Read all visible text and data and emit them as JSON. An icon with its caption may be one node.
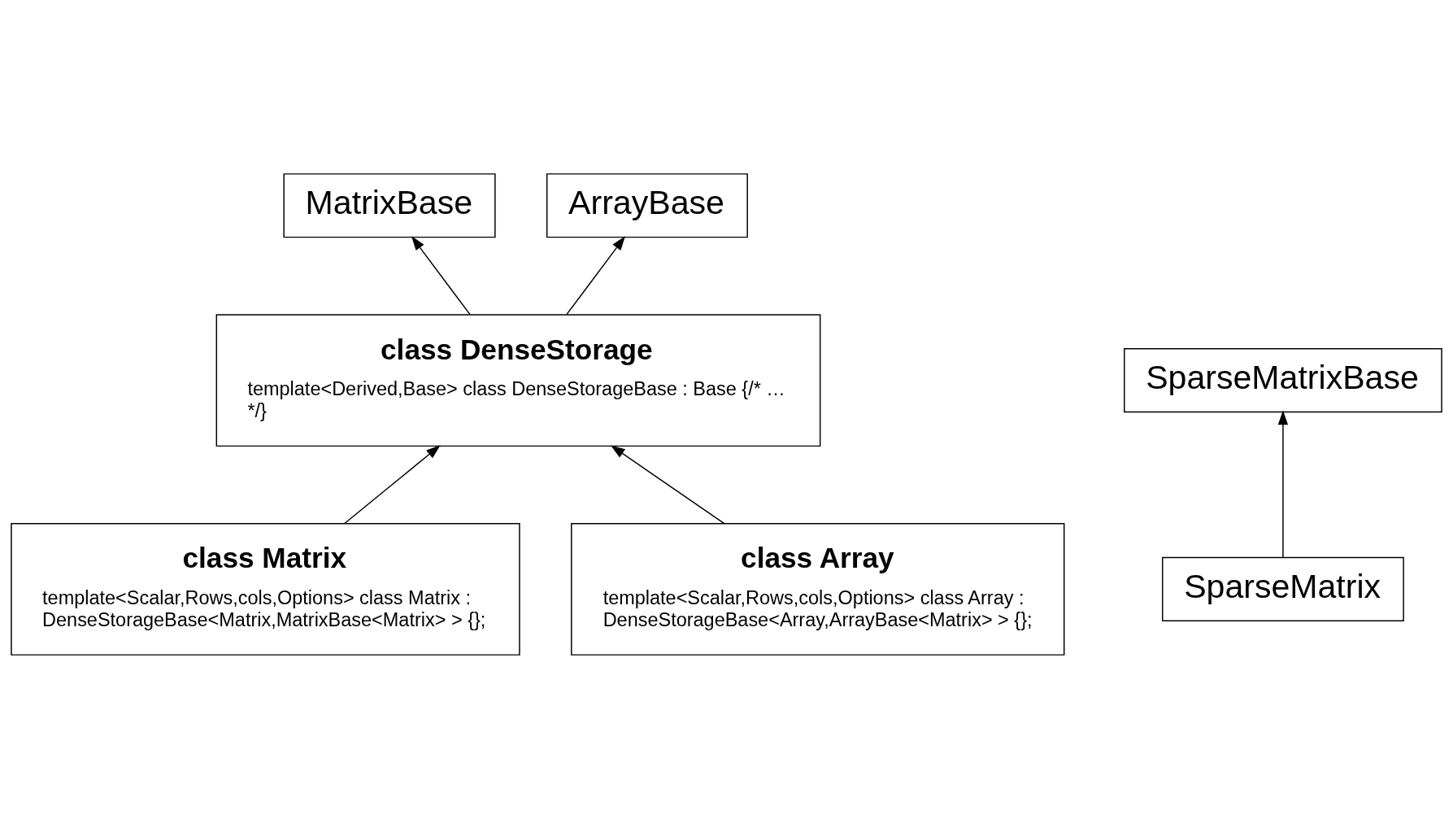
{
  "diagram": {
    "nodes": [
      {
        "text": [
          "MatrixBase"
        ]
      },
      {
        "text": [
          "ArrayBase"
        ]
      },
      {
        "text": [
          "SparseMatrixBase"
        ]
      },
      {
        "text": [
          "class DenseStorage",
          "template<Derived,Base> class DenseStorageBase : Base {/* … */}"
        ]
      },
      {
        "text": [
          "SparseMatrix"
        ]
      },
      {
        "text": [
          "class Matrix",
          "template<Scalar,Rows,cols,Options> class Matrix : DenseStorageBase<Matrix,MatrixBase<Matrix> > {};"
        ]
      },
      {
        "text": [
          "class Array",
          "template<Scalar,Rows,cols,Options> class Array : DenseStorageBase<Array,ArrayBase<Matrix> > {};"
        ]
      }
    ],
    "edges": [
      {
        "from": 3,
        "to": 0,
        "arrow": "to"
      },
      {
        "from": 3,
        "to": 1,
        "arrow": "to"
      },
      {
        "from": 4,
        "to": 2,
        "arrow": "to"
      },
      {
        "from": 5,
        "to": 3,
        "arrow": "to"
      },
      {
        "from": 6,
        "to": 3,
        "arrow": "to"
      }
    ]
  }
}
